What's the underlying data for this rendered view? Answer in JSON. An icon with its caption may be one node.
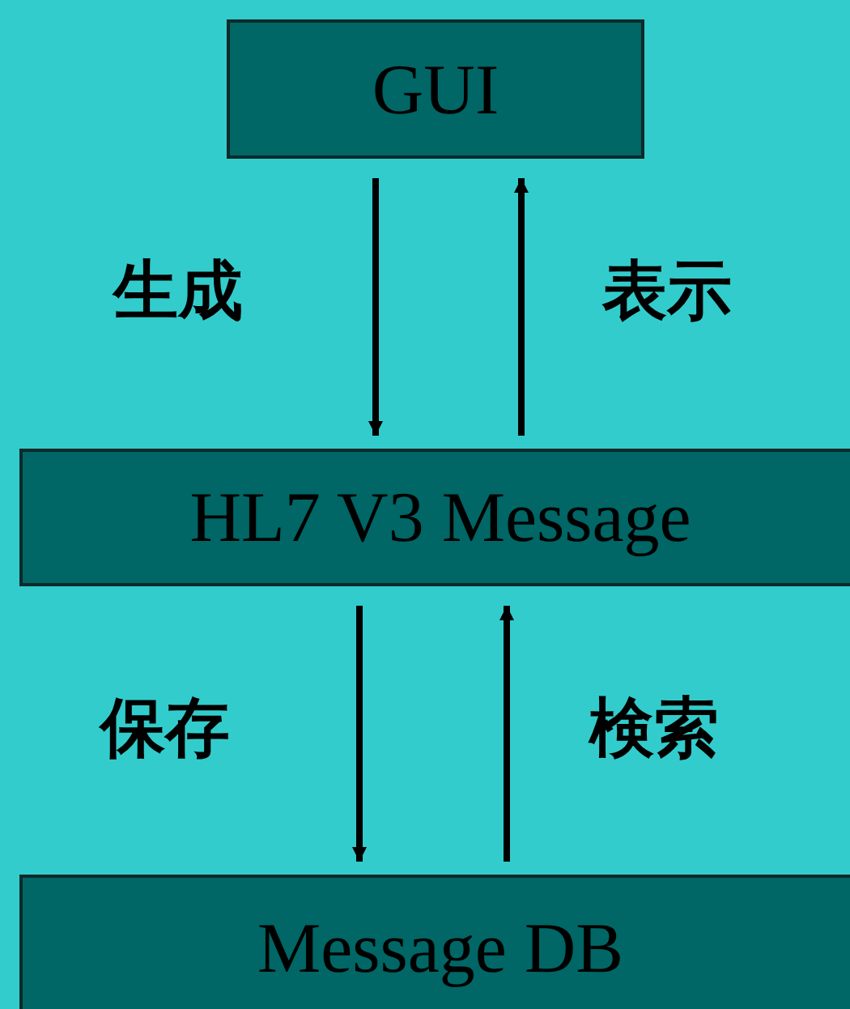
{
  "diagram": {
    "nodes": [
      {
        "text": [
          "GUI"
        ]
      },
      {
        "text": [
          "HL7 V3 Message"
        ]
      },
      {
        "text": [
          "Message DB"
        ]
      }
    ],
    "edges": [
      {
        "from": 0,
        "to": 1,
        "arrow": "to",
        "label": "生成"
      },
      {
        "from": 1,
        "to": 0,
        "arrow": "to",
        "label": "表示"
      },
      {
        "from": 1,
        "to": 2,
        "arrow": "to",
        "label": "保存"
      },
      {
        "from": 2,
        "to": 1,
        "arrow": "to",
        "label": "検索"
      }
    ]
  }
}
